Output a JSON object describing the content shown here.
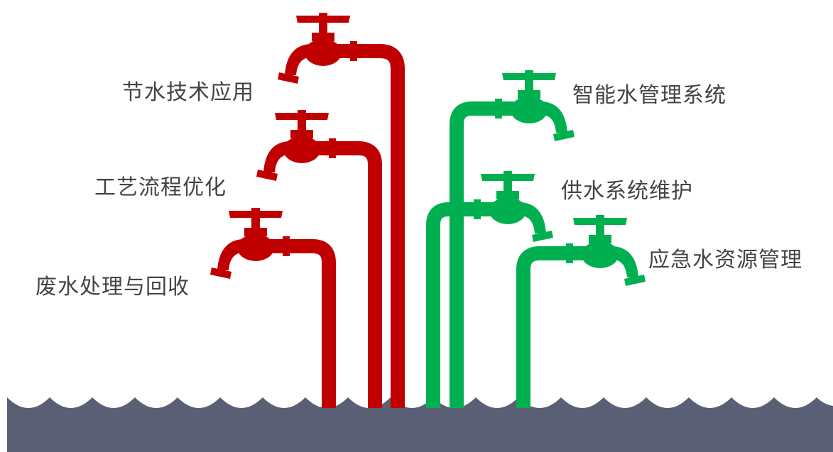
{
  "colors": {
    "red": "#c00000",
    "green": "#00b050",
    "water": "#5a5f75",
    "text": "#444444",
    "background": "#ffffff"
  },
  "left_group": {
    "items": [
      {
        "label": "节水技术应用",
        "color": "#c00000",
        "icon": "faucet-icon"
      },
      {
        "label": "工艺流程优化",
        "color": "#c00000",
        "icon": "faucet-icon"
      },
      {
        "label": "废水处理与回收",
        "color": "#c00000",
        "icon": "faucet-icon"
      }
    ]
  },
  "right_group": {
    "items": [
      {
        "label": "智能水管理系统",
        "color": "#00b050",
        "icon": "faucet-icon"
      },
      {
        "label": "供水系统维护",
        "color": "#00b050",
        "icon": "faucet-icon"
      },
      {
        "label": "应急水资源管理",
        "color": "#00b050",
        "icon": "faucet-icon"
      }
    ]
  }
}
